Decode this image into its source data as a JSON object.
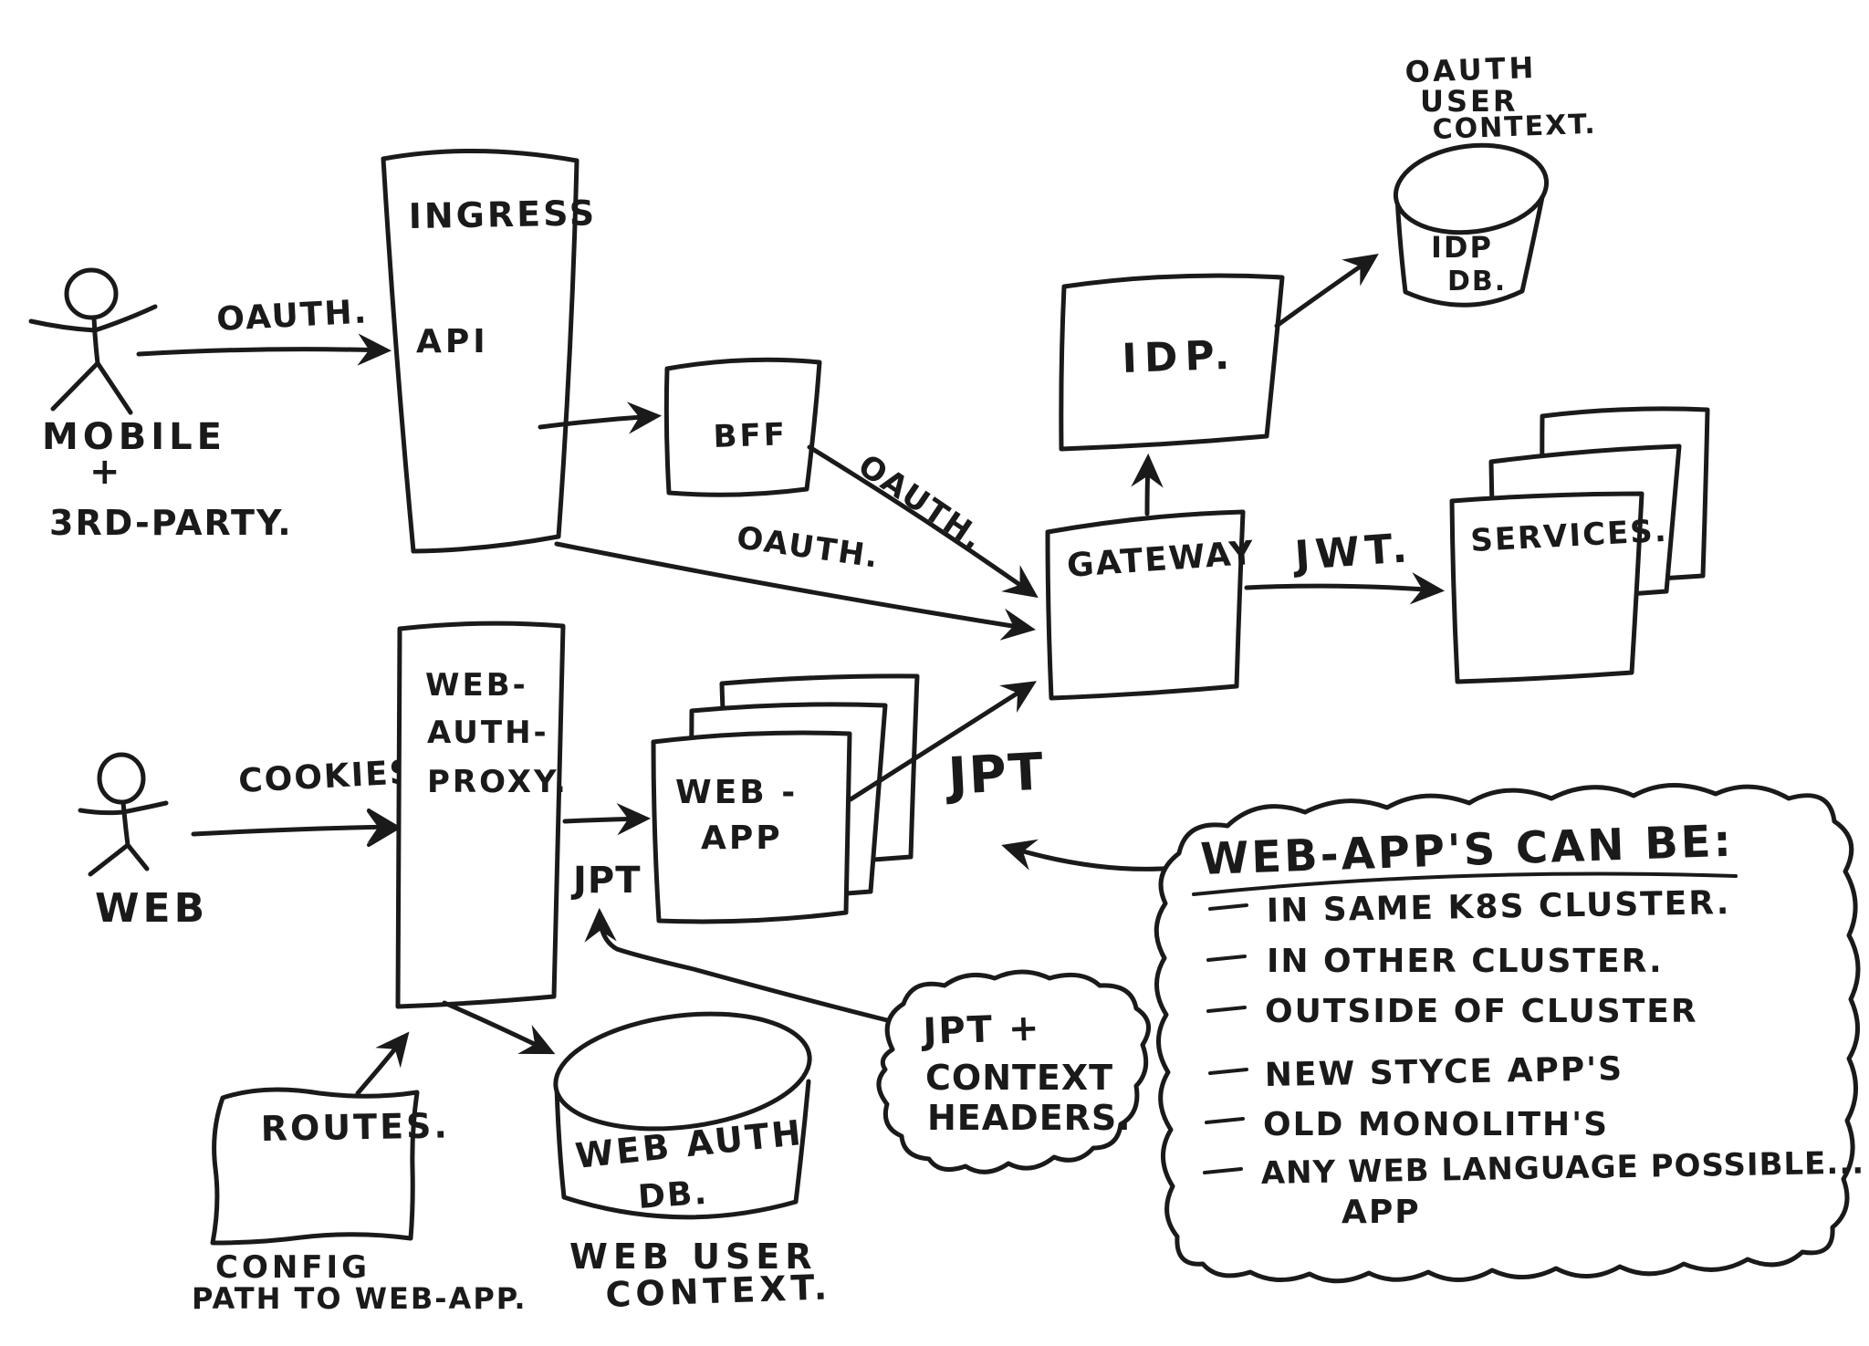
{
  "colors": {
    "ink": "#1a1a1a",
    "paper": "#ffffff"
  },
  "actors": {
    "mobile": {
      "line1": "MOBILE",
      "line2": "+",
      "line3": "3RD-PARTY."
    },
    "web": {
      "label": "WEB"
    }
  },
  "nodes": {
    "ingress": {
      "title": "INGRESS",
      "subtitle": "API"
    },
    "bff": {
      "label": "BFF"
    },
    "idp": {
      "label": "IDP."
    },
    "idp_db": {
      "line1": "IDP",
      "line2": "DB."
    },
    "idp_db_caption": {
      "line1": "OAUTH",
      "line2": "USER",
      "line3": "CONTEXT."
    },
    "gateway": {
      "label": "GATEWAY"
    },
    "services": {
      "label": "SERVICES."
    },
    "web_auth_proxy": {
      "line1": "WEB-",
      "line2": "AUTH-",
      "line3": "PROXY."
    },
    "web_app": {
      "line1": "WEB -",
      "line2": "APP"
    },
    "routes": {
      "label": "ROUTES."
    },
    "routes_caption": {
      "line1": "CONFIG",
      "line2": "PATH TO WEB-APP."
    },
    "web_auth_db": {
      "line1": "WEB AUTH",
      "line2": "DB."
    },
    "web_auth_db_caption": {
      "line1": "WEB USER",
      "line2": "CONTEXT."
    }
  },
  "edges": {
    "oauth_mobile_ingress": "OAUTH.",
    "oauth_bff_gateway": "OAUTH.",
    "oauth_ingress_gateway": "OAUTH.",
    "gateway_services": "JWT.",
    "web_proxy": "COOKIES.",
    "proxy_webapp": "JPT",
    "webapp_gateway": "JPT"
  },
  "jpt_cloud": {
    "line1": "JPT +",
    "line2": "CONTEXT",
    "line3": "HEADERS."
  },
  "note": {
    "heading": "WEB-APP'S CAN BE:",
    "items": [
      "IN SAME K8S CLUSTER.",
      "IN OTHER CLUSTER.",
      "OUTSIDE OF CLUSTER",
      "NEW STYCE APP'S",
      "OLD MONOLITH'S",
      "ANY WEB LANGUAGE POSSIBLE...",
      "APP"
    ]
  }
}
